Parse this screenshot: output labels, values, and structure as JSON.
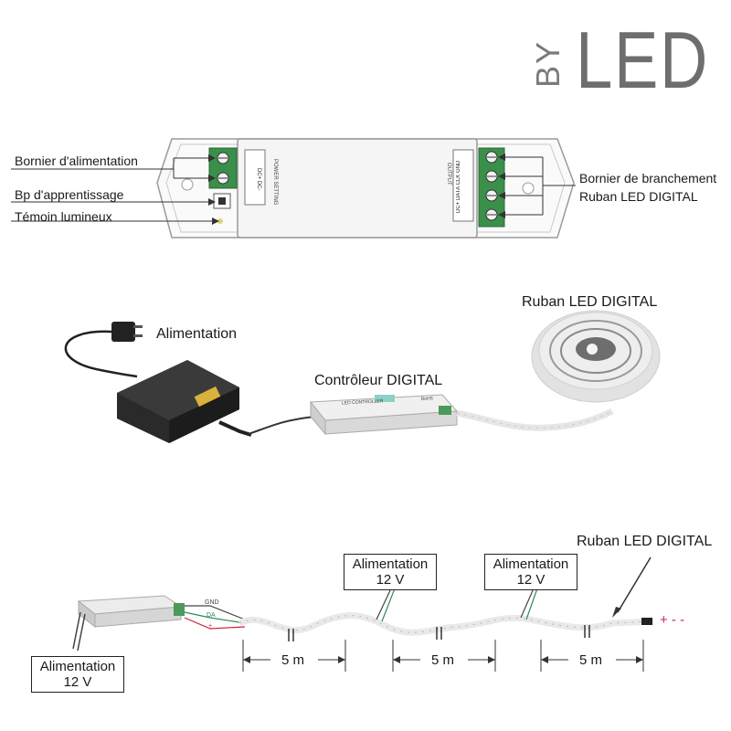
{
  "logo": {
    "by": "BY",
    "led": "LED"
  },
  "top_diagram": {
    "left_labels": [
      "Bornier d'alimentation",
      "Bp d'apprentissage",
      "Témoin lumineux"
    ],
    "right_labels": [
      "Bornier de branchement",
      "Ruban LED DIGITAL"
    ],
    "left_terminal_text": [
      "DC+",
      "DC-"
    ],
    "left_block_text": [
      "POWER",
      "SETTING"
    ],
    "right_block_text": "OUTPUT",
    "right_terminal_text": [
      "DC+",
      "DATA",
      "CLK",
      "GND"
    ]
  },
  "middle_diagram": {
    "supply_label": "Alimentation",
    "controller_label": "Contrôleur DIGITAL",
    "strip_label": "Ruban LED DIGITAL",
    "controller_print": [
      "LED CONTROLLER",
      "RoHS"
    ]
  },
  "bottom_diagram": {
    "supply_boxes": [
      {
        "line1": "Alimentation",
        "line2": "12 V"
      },
      {
        "line1": "Alimentation",
        "line2": "12 V"
      },
      {
        "line1": "Alimentation",
        "line2": "12 V"
      }
    ],
    "strip_label": "Ruban LED DIGITAL",
    "wire_labels": [
      "GND",
      "DA",
      "+"
    ],
    "distances": [
      "5 m",
      "5 m",
      "5 m"
    ],
    "end_mark": "+ - -"
  }
}
